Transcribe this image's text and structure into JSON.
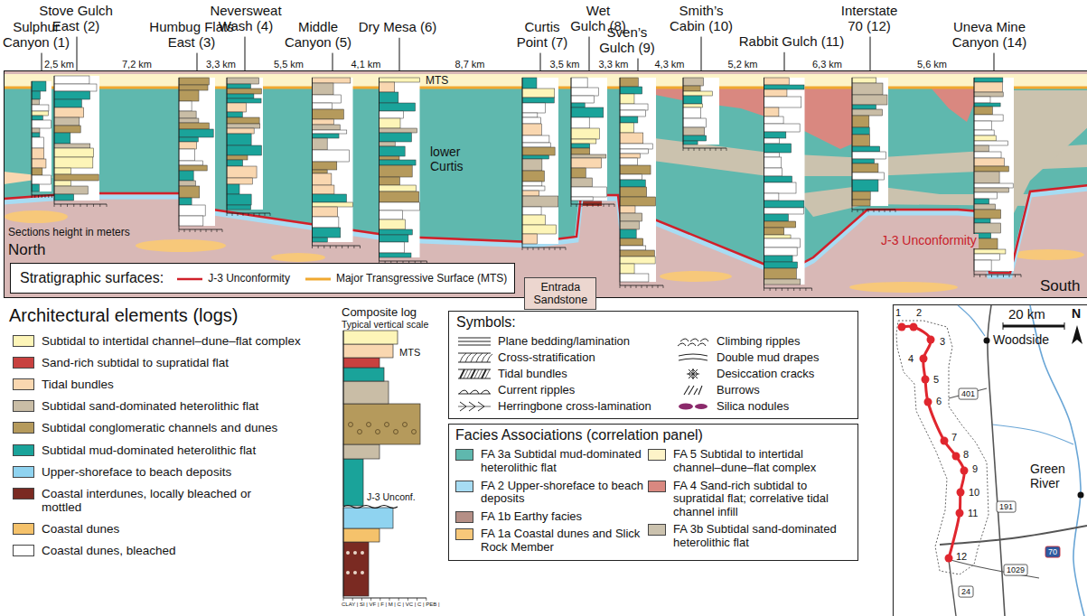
{
  "diagram": {
    "nodes": [
      {
        "text": [
          "MTS",
          "lower Curtis",
          "Sections height in meters",
          "North",
          "South",
          "J-3 Unconformity"
        ]
      },
      {
        "text": [
          "Stratigraphic surfaces:"
        ],
        "in": 0
      },
      {
        "text": [
          "Entrada Sandstone"
        ],
        "in": 0
      },
      {
        "text": [
          "Symbols:"
        ]
      },
      {
        "text": [
          "Facies Associations (correlation panel)"
        ]
      }
    ],
    "labels": [
      "Sulphur Canyon (1)",
      "Stove Gulch East (2)",
      "Humbug Flats East (3)",
      "Neversweat Wash (4)",
      "Middle Canyon (5)",
      "Dry Mesa (6)",
      "Curtis Point (7)",
      "Wet Gulch (8)",
      "Sven’s Gulch (9)",
      "Smith’s Cabin (10)",
      "Rabbit Gulch (11)",
      "Interstate 70 (12)",
      "Uneva Mine Canyon (14)",
      "2,5 km",
      "7,2 km",
      "3,3 km",
      "5,5 km",
      "4,1 km",
      "8,7 km",
      "3,5 km",
      "3,3 km",
      "4,3 km",
      "5,2 km",
      "6,3 km",
      "5,6 km",
      "Architectural elements (logs)",
      "Composite log",
      "Typical vertical scale",
      "MTS",
      "J-3 Unconf.",
      "CLAY | SI | VF | F | M | C | VC | C | PEB |",
      "20 km",
      "N",
      "1",
      "2",
      "3",
      "4",
      "5",
      "6",
      "7",
      "8",
      "9",
      "10",
      "11",
      "12",
      "Woodside",
      "Green River",
      "401",
      "191",
      "70",
      "1029",
      "24"
    ],
    "legend": [
      {
        "text": "J-3 Unconformity"
      },
      {
        "text": "Major Transgressive Surface (MTS)"
      },
      {
        "text": "Subtidal to intertidal channel–dune–flat complex",
        "color": "#fdf5b8"
      },
      {
        "text": "Sand-rich subtidal to supratidal flat",
        "color": "#c8413f"
      },
      {
        "text": "Tidal bundles",
        "color": "#f9d7b0"
      },
      {
        "text": "Subtidal sand-dominated heterolithic flat",
        "color": "#c9bda6"
      },
      {
        "text": "Subtidal conglomeratic channels and dunes",
        "color": "#b59a5c"
      },
      {
        "text": "Subtidal mud-dominated heterolithic flat",
        "color": "#1aa39a"
      },
      {
        "text": "Upper-shoreface to beach deposits",
        "color": "#8fd3f0"
      },
      {
        "text": "Coastal interdunes, locally bleached or mottled",
        "color": "#7a2a22"
      },
      {
        "text": "Coastal dunes",
        "color": "#f5c26b"
      },
      {
        "text": "Coastal dunes, bleached",
        "color": "#ffffff"
      },
      {
        "text": "Plane bedding/lamination"
      },
      {
        "text": "Cross-stratification"
      },
      {
        "text": "Tidal bundles"
      },
      {
        "text": "Current ripples"
      },
      {
        "text": "Herringbone cross-lamination"
      },
      {
        "text": "Climbing ripples"
      },
      {
        "text": "Double mud drapes"
      },
      {
        "text": "Desiccation cracks"
      },
      {
        "text": "Burrows"
      },
      {
        "text": "Silica nodules"
      },
      {
        "text": "FA 3a Subtidal mud-dominated heterolithic flat",
        "color": "#5fb8ae"
      },
      {
        "text": "FA 2 Upper-shoreface to beach deposits",
        "color": "#a7dcf3"
      },
      {
        "text": "FA 1b Earthy facies",
        "color": "#b58f86"
      },
      {
        "text": "FA 1a Coastal dunes and Slick Rock Member",
        "color": "#f7c87a"
      },
      {
        "text": "FA 5 Subtidal to intertidal channel–dune–flat complex",
        "color": "#fdf3c8"
      },
      {
        "text": "FA 4 Sand-rich subtidal to supratidal flat; correlative tidal channel infill",
        "color": "#d98880"
      },
      {
        "text": "FA 3b Subtidal sand-dominated heterolithic flat",
        "color": "#cbc2ae"
      }
    ]
  }
}
